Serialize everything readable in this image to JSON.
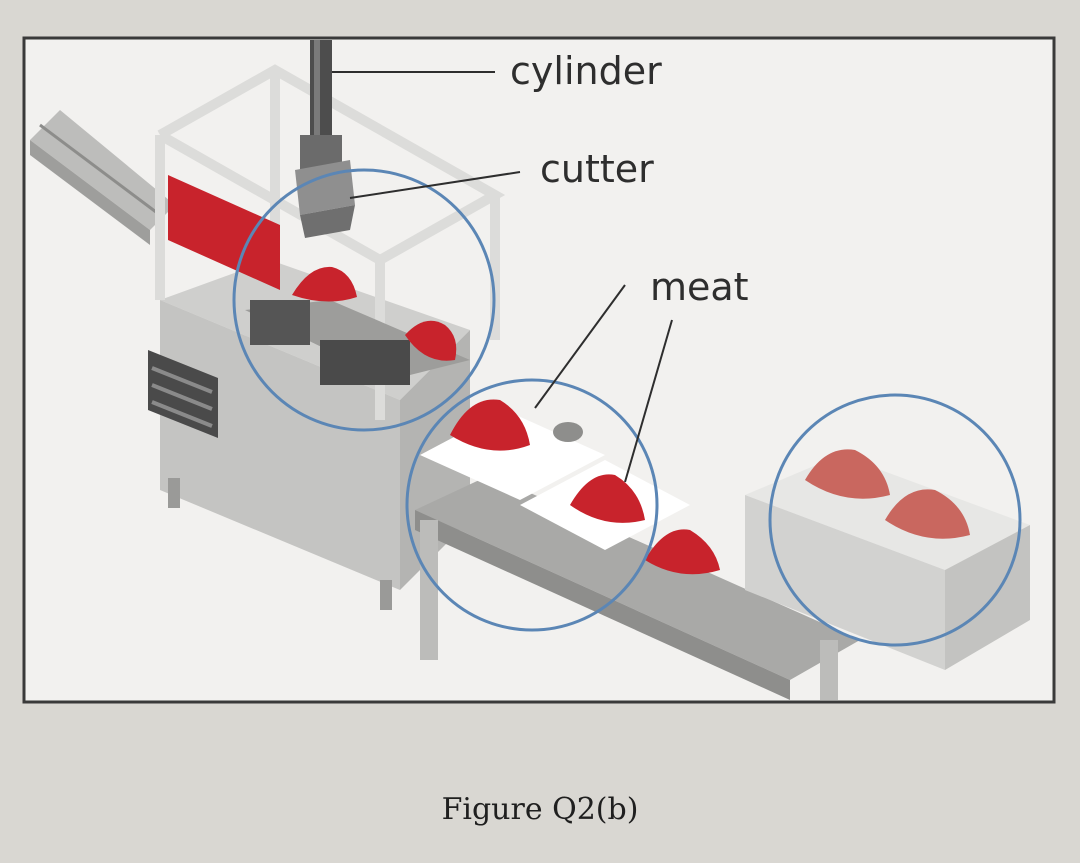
{
  "diagram": {
    "labels": {
      "cylinder": "cylinder",
      "cutter": "cutter",
      "meat": "meat"
    },
    "caption": "Figure Q2(b)",
    "colors": {
      "meat": "#c8232c",
      "meat_packaged": "#c9675f",
      "highlight_circle": "#5b86b5",
      "frame_border": "#3a3a3a",
      "machine_body": "#c9c9c7",
      "machine_frame": "#e6e6e4",
      "conveyor": "#a9a9a7"
    }
  }
}
